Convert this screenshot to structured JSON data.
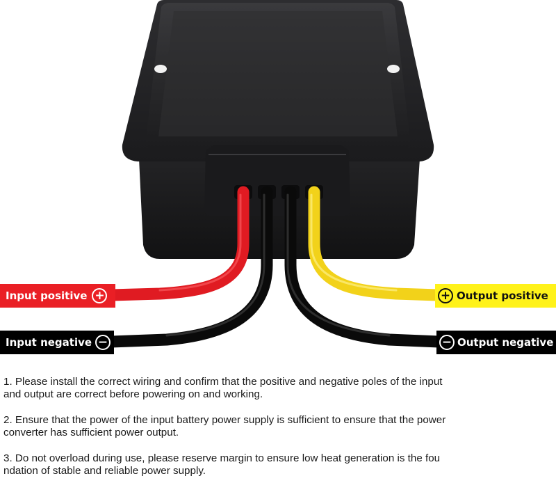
{
  "labels": {
    "input_positive": "Input positive",
    "input_negative": "Input negative",
    "output_positive": "Output positive",
    "output_negative": "Output negative",
    "plus_symbol": "+",
    "minus_symbol": "−"
  },
  "notes": [
    "1. Please install the correct wiring and confirm that the positive and negative poles of the input\nand output are correct before powering on and working.",
    "2. Ensure that the power of the input battery power supply is sufficient to ensure that the power\n converter has sufficient power output.",
    "3. Do not overload during use, please reserve margin to ensure low heat generation is the fou\nndation of stable and reliable power supply."
  ],
  "colors": {
    "input_positive_wire": "#e01b22",
    "input_negative_wire": "#111111",
    "output_positive_wire": "#f2d21a",
    "output_negative_wire": "#111111",
    "housing": "#1f1f21"
  }
}
